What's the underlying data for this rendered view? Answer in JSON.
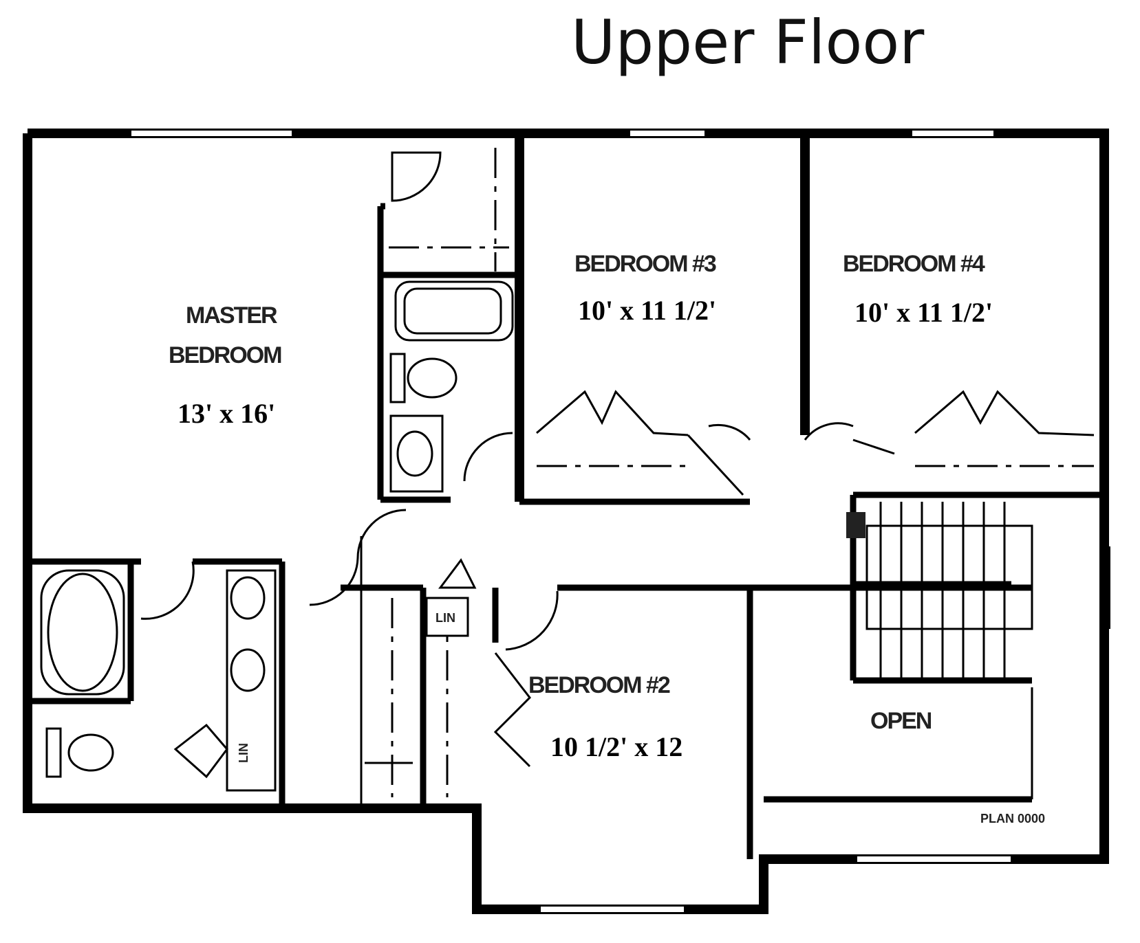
{
  "title": "Upper Floor",
  "rooms": {
    "master": {
      "name_line1": "MASTER",
      "name_line2": "BEDROOM",
      "dims": "13' x 16'"
    },
    "bedroom3": {
      "name": "BEDROOM #3",
      "dims": "10' x 11 1/2'"
    },
    "bedroom4": {
      "name": "BEDROOM #4",
      "dims": "10' x 11 1/2'"
    },
    "bedroom2": {
      "name": "BEDROOM #2",
      "dims": "10 1/2' x 12"
    },
    "open": {
      "name": "OPEN"
    },
    "linen1": {
      "name": "LIN"
    },
    "linen2": {
      "name": "LIN"
    }
  },
  "plan_id": "PLAN 0000"
}
